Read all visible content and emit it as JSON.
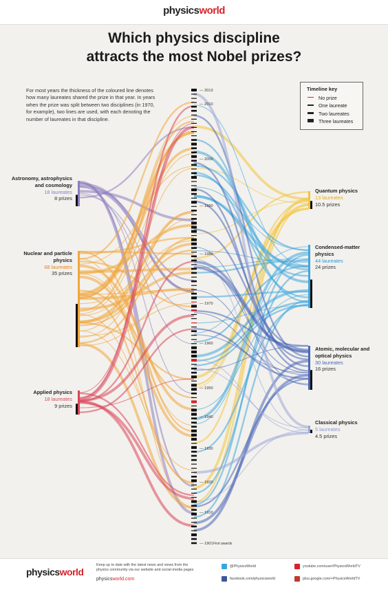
{
  "header": {
    "logo_a": "physics",
    "logo_b": "world"
  },
  "title": {
    "line1": "Which physics discipline",
    "line2": "attracts the most Nobel prizes?"
  },
  "intro": "For most years the thickness of the coloured line denotes how many laureates shared the prize in that year. In years when the prize was split between two disciplines (in 1970, for example), two lines are used, with each denoting the number of laureates in that discipline.",
  "key": {
    "title": "Timeline key",
    "items": [
      {
        "label": "No prize",
        "color": "#d5232a"
      },
      {
        "label": "One laureate",
        "color": "#222222"
      },
      {
        "label": "Two laureates",
        "color": "#222222"
      },
      {
        "label": "Three laureates",
        "color": "#222222"
      }
    ]
  },
  "timeline": {
    "labels": [
      "2013",
      "2010",
      "2000",
      "1990",
      "1980",
      "1970",
      "1960",
      "1950",
      "1940",
      "1930",
      "1920",
      "1910",
      "1901"
    ],
    "first_note": "First awards"
  },
  "disciplines": {
    "astro": {
      "name": "Astronomy, astrophysics and cosmology",
      "laureates": "18 laureates",
      "prizes": "8 prizes",
      "color": "#8c7ec0"
    },
    "nuclear": {
      "name": "Nuclear and particle physics",
      "laureates": "68 laureates",
      "prizes": "35 prizes",
      "color": "#f0a63c"
    },
    "applied": {
      "name": "Applied physics",
      "laureates": "18 laureates",
      "prizes": "9 prizes",
      "color": "#d8465a"
    },
    "quantum": {
      "name": "Quantum physics",
      "laureates": "13 laureates",
      "prizes": "10.5 prizes",
      "color": "#f3c43b"
    },
    "condensed": {
      "name": "Condensed-matter physics",
      "laureates": "44 laureates",
      "prizes": "24 prizes",
      "color": "#3fa8df"
    },
    "atomic": {
      "name": "Atomic, molecular and optical physics",
      "laureates": "30 laureates",
      "prizes": "16 prizes",
      "color": "#4a68b8"
    },
    "classical": {
      "name": "Classical physics",
      "laureates": "5 laureates",
      "prizes": "4.5 prizes",
      "color": "#9aa7d8"
    }
  },
  "footer": {
    "logo_a": "physics",
    "logo_b": "world",
    "note": "Keep up to date with the latest news and views from the physics community via our website and social-media pages",
    "web_a": "physics",
    "web_b": "world.com",
    "twitter": "@PhysicsWorld",
    "facebook": "facebook.com/physicsworld",
    "youtube": "youtube.com/user/PhysicsWorldTV",
    "google": "plus.google.com/+PhysicsWorldTV"
  }
}
